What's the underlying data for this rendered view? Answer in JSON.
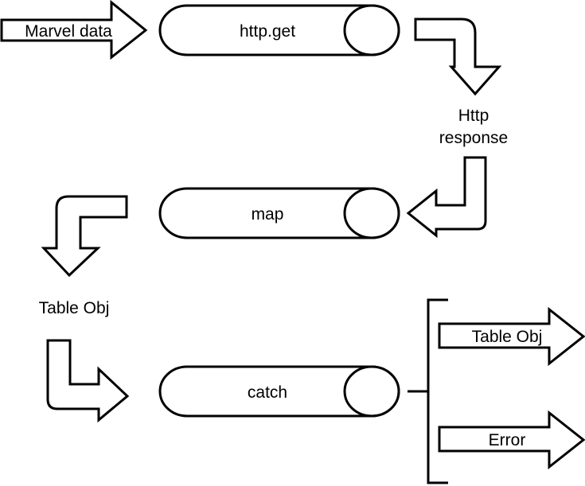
{
  "diagram": {
    "input_label": "Marvel data",
    "nodes": {
      "http_get": "http.get",
      "map": "map",
      "catch": "catch"
    },
    "http_response": {
      "line1": "Http",
      "line2": "response"
    },
    "table_obj_label": "Table Obj",
    "outputs": {
      "table_obj": "Table Obj",
      "error": "Error"
    }
  }
}
